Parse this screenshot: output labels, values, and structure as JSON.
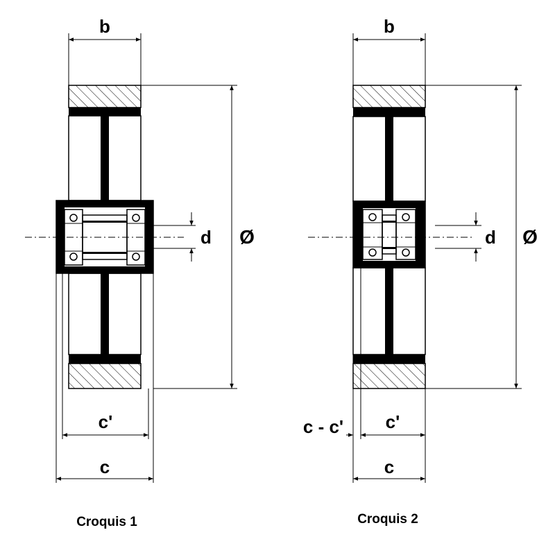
{
  "croquis_1": {
    "caption": "Croquis 1",
    "dims": {
      "b": "b",
      "d": "d",
      "diameter": "Ø",
      "c_prime": "c'",
      "c": "c"
    }
  },
  "croquis_2": {
    "caption": "Croquis 2",
    "dims": {
      "b": "b",
      "d": "d",
      "diameter": "Ø",
      "c_minus_c_prime": "c - c'",
      "c_prime": "c'",
      "c": "c"
    }
  },
  "colors": {
    "ink": "#000000",
    "paper": "#ffffff"
  }
}
